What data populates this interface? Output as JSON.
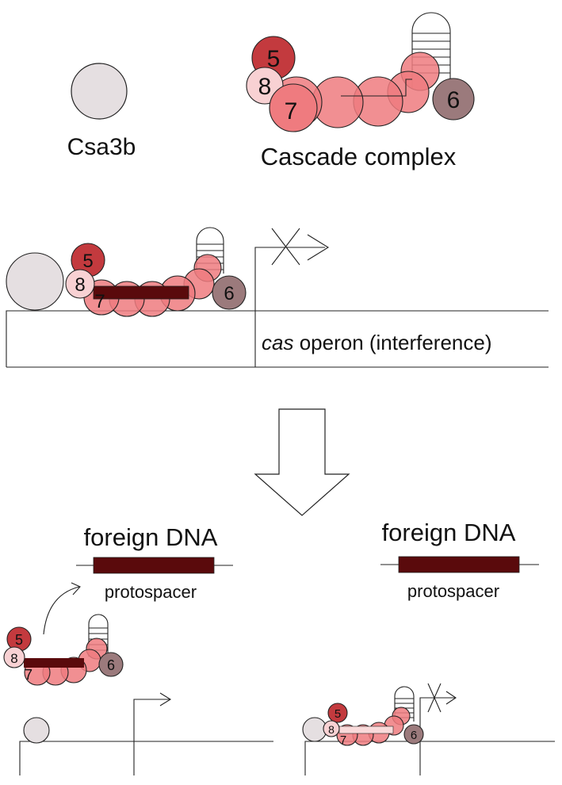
{
  "labels": {
    "csa3b": "Csa3b",
    "cascade": "Cascade complex",
    "operon_italic": "cas",
    "operon_rest": " operon (interference)",
    "foreign_dna": "foreign DNA",
    "protospacer": "protospacer"
  },
  "subunits": {
    "s5": "5",
    "s6": "6",
    "s7": "7",
    "s8": "8"
  },
  "colors": {
    "csa3b": "#e5dfe1",
    "s5": "#c33a3e",
    "s8": "#f8d1d3",
    "backbone": "#ef7b7f",
    "s6": "#9b7a7c",
    "spacer_rna": "#5a0a0c",
    "spacer_pale": "#f9dada",
    "line": "#222222"
  }
}
